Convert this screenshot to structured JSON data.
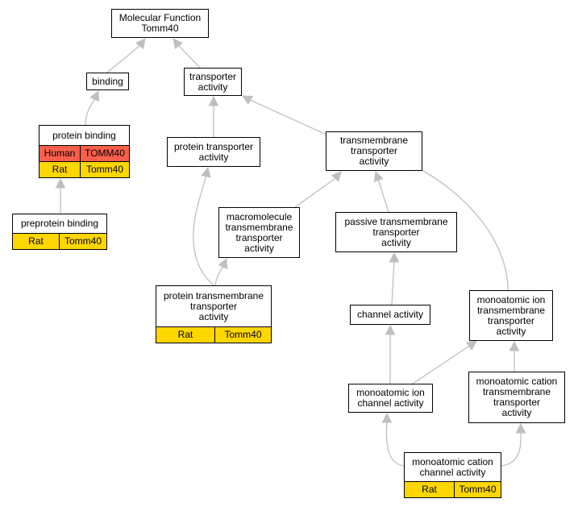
{
  "colors": {
    "rat": "#ffd700",
    "human": "#fa5f4b",
    "edge": "#bfbfbf"
  },
  "nodes": {
    "mf": {
      "lines": [
        "Molecular Function",
        "Tomm40"
      ]
    },
    "binding": {
      "lines": [
        "binding"
      ]
    },
    "transporter": {
      "lines": [
        "transporter",
        "activity"
      ]
    },
    "protein_binding": {
      "lines": [
        "protein binding"
      ],
      "annotations": [
        {
          "species": "Human",
          "gene": "TOMM40",
          "color": "#fa5f4b"
        },
        {
          "species": "Rat",
          "gene": "Tomm40",
          "color": "#ffd700"
        }
      ]
    },
    "protein_transporter": {
      "lines": [
        "protein transporter",
        "activity"
      ]
    },
    "tm_transporter": {
      "lines": [
        "transmembrane",
        "transporter",
        "activity"
      ]
    },
    "preprotein_binding": {
      "lines": [
        "preprotein binding"
      ],
      "annotations": [
        {
          "species": "Rat",
          "gene": "Tomm40",
          "color": "#ffd700"
        }
      ]
    },
    "macromolecule": {
      "lines": [
        "macromolecule",
        "transmembrane",
        "transporter",
        "activity"
      ]
    },
    "passive_tm": {
      "lines": [
        "passive transmembrane",
        "transporter",
        "activity"
      ]
    },
    "protein_tm": {
      "lines": [
        "protein transmembrane",
        "transporter",
        "activity"
      ],
      "annotations": [
        {
          "species": "Rat",
          "gene": "Tomm40",
          "color": "#ffd700"
        }
      ]
    },
    "channel": {
      "lines": [
        "channel activity"
      ]
    },
    "mono_ion_tm": {
      "lines": [
        "monoatomic ion",
        "transmembrane",
        "transporter",
        "activity"
      ]
    },
    "mono_ion_channel": {
      "lines": [
        "monoatomic ion",
        "channel activity"
      ]
    },
    "mono_cation_tm": {
      "lines": [
        "monoatomic cation",
        "transmembrane",
        "transporter",
        "activity"
      ]
    },
    "mono_cation_channel": {
      "lines": [
        "monoatomic cation",
        "channel activity"
      ],
      "annotations": [
        {
          "species": "Rat",
          "gene": "Tomm40",
          "color": "#ffd700"
        }
      ]
    }
  },
  "edges": [
    {
      "from": "binding",
      "to": "mf"
    },
    {
      "from": "transporter",
      "to": "mf"
    },
    {
      "from": "protein_binding",
      "to": "binding"
    },
    {
      "from": "preprotein_binding",
      "to": "protein_binding"
    },
    {
      "from": "protein_transporter",
      "to": "transporter"
    },
    {
      "from": "tm_transporter",
      "to": "transporter"
    },
    {
      "from": "macromolecule",
      "to": "tm_transporter"
    },
    {
      "from": "passive_tm",
      "to": "tm_transporter"
    },
    {
      "from": "mono_ion_tm",
      "to": "tm_transporter"
    },
    {
      "from": "protein_tm",
      "to": "protein_transporter"
    },
    {
      "from": "protein_tm",
      "to": "macromolecule"
    },
    {
      "from": "channel",
      "to": "passive_tm"
    },
    {
      "from": "mono_ion_channel",
      "to": "channel"
    },
    {
      "from": "mono_ion_channel",
      "to": "mono_ion_tm"
    },
    {
      "from": "mono_cation_tm",
      "to": "mono_ion_tm"
    },
    {
      "from": "mono_cation_channel",
      "to": "mono_ion_channel"
    },
    {
      "from": "mono_cation_channel",
      "to": "mono_cation_tm"
    }
  ]
}
